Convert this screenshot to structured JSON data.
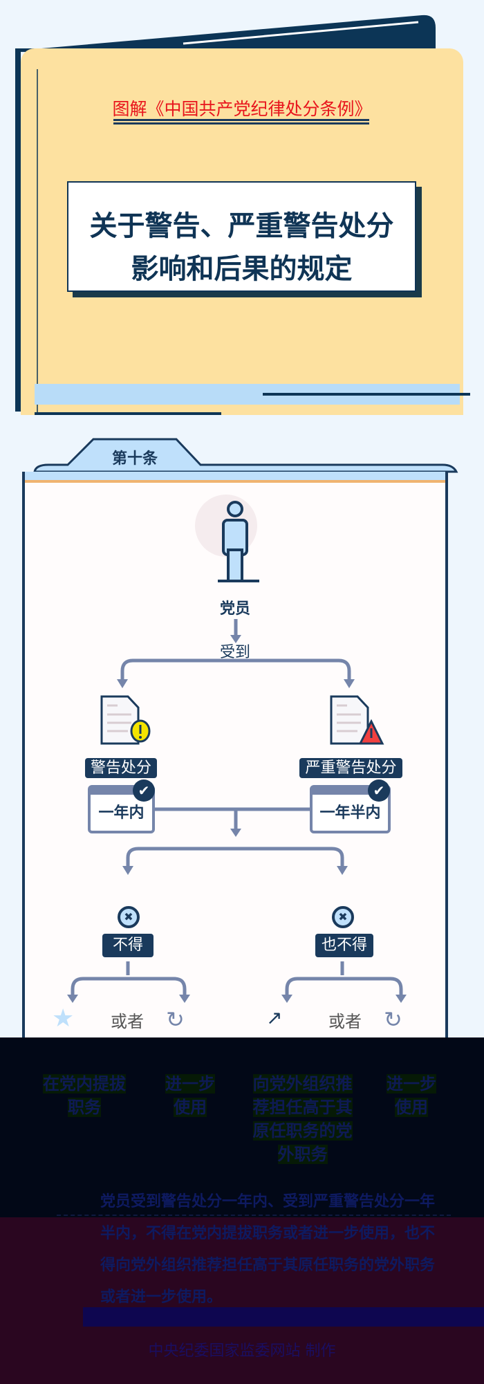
{
  "header": {
    "subtitle": "图解《中国共产党纪律处分条例》",
    "title_line1": "关于警告、严重警告处分",
    "title_line2": "影响和后果的规定"
  },
  "article": {
    "tab": "第十条"
  },
  "flow": {
    "subject": "党员",
    "verb": "受到",
    "left": {
      "penalty": "警告处分",
      "period": "一年内",
      "prohibition": "不得"
    },
    "right": {
      "penalty": "严重警告处分",
      "period": "一年半内",
      "prohibition": "也不得"
    },
    "or": "或者",
    "outcomes": [
      "在党内提拔职务",
      "进一步使用",
      "向党外组织推荐担任高于其原任职务的党外职务",
      "进一步使用"
    ]
  },
  "summary": "党员受到警告处分一年内、受到严重警告处分一年半内，不得在党内提拔职务或者进一步使用，也不得向党外组织推荐担任高于其原任职务的党外职务或者进一步使用。",
  "footer": "中央纪委国家监委网站 制作"
}
